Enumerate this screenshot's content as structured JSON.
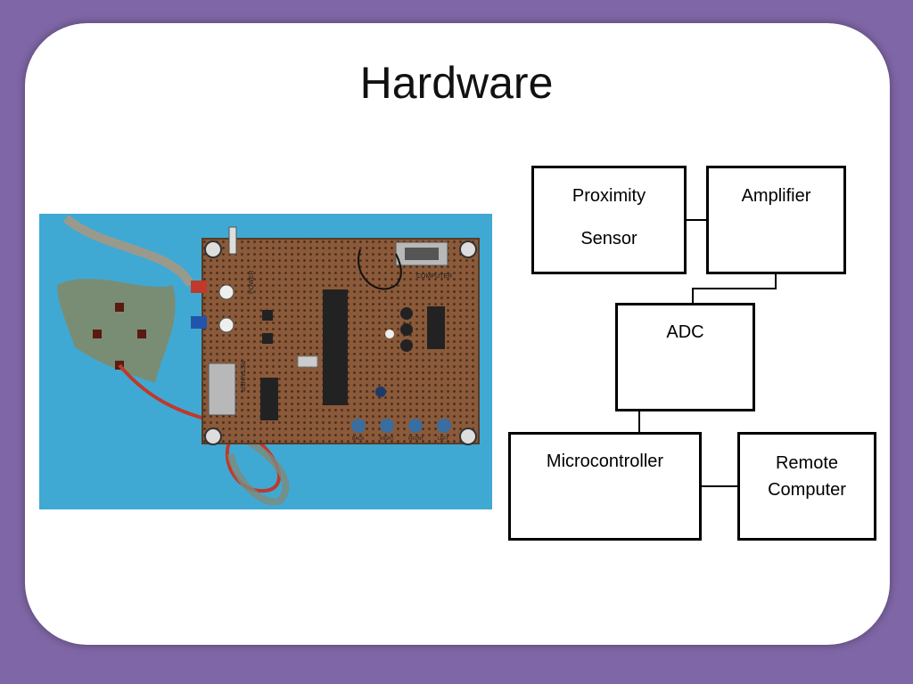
{
  "slide": {
    "title": "Hardware"
  },
  "photo": {
    "board_labels": {
      "power": "POWER",
      "computer": "COMPUTER",
      "retainer": "RETAINER",
      "back": "BACK",
      "right": "RIGHT",
      "front": "FRONT",
      "left": "LEFT"
    }
  },
  "diagram": {
    "proximity_sensor": {
      "line1": "Proximity",
      "line2": "Sensor"
    },
    "amplifier": {
      "label": "Amplifier"
    },
    "adc": {
      "label": "ADC"
    },
    "microcontroller": {
      "label": "Microcontroller"
    },
    "remote_computer": {
      "line1": "Remote",
      "line2": "Computer"
    }
  },
  "colors": {
    "background": "#7f66a6",
    "slide": "#ffffff",
    "photo_background": "#3fa9d4",
    "board": "#8a5a3a"
  }
}
